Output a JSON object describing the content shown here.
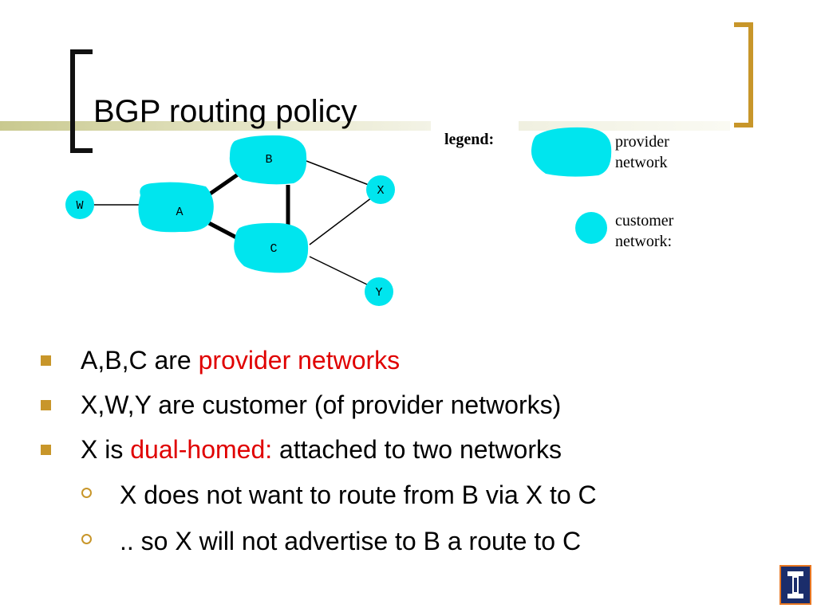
{
  "slide": {
    "title": "BGP routing policy"
  },
  "diagram": {
    "nodes": {
      "A": "A",
      "B": "B",
      "C": "C",
      "W": "W",
      "X": "X",
      "Y": "Y"
    }
  },
  "legend": {
    "title": "legend:",
    "provider_line1": "provider",
    "provider_line2": "network",
    "customer_line1": "customer",
    "customer_line2": "network:"
  },
  "bullets": [
    {
      "prefix": "A,B,C are ",
      "highlight": "provider networks",
      "suffix": ""
    },
    {
      "prefix": "X,W,Y are customer (of provider networks)",
      "highlight": "",
      "suffix": ""
    },
    {
      "prefix": "X is ",
      "highlight": "dual-homed:",
      "suffix": " attached to two networks"
    }
  ],
  "sub_bullets": [
    "X does not want to route from B via X to C",
    ".. so X will not advertise to B a route to C"
  ],
  "colors": {
    "network_fill": "#00e5ee",
    "accent_gold": "#c8962a",
    "highlight_red": "#e00000"
  }
}
